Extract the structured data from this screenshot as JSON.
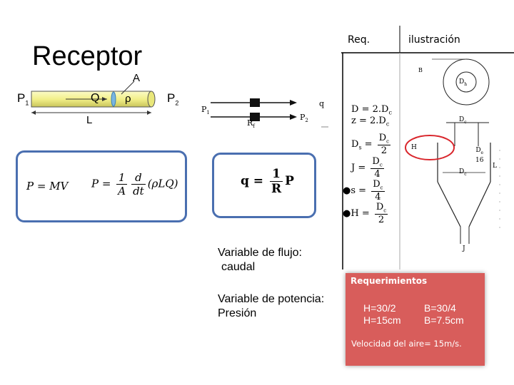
{
  "slide": {
    "title": "Receptor",
    "table_headers": {
      "req": "Req.",
      "illustration": "ilustración"
    },
    "pipe": {
      "p1": "P",
      "p1_sub": "1",
      "p2": "P",
      "p2_sub": "2",
      "q": "Q",
      "rho": "ρ",
      "a": "A",
      "l": "L"
    },
    "resistor": {
      "p1": "P",
      "p1_sub": "1",
      "p2": "P",
      "p2_sub": "2",
      "q": "q",
      "rf": "R",
      "rf_sub": "f"
    },
    "eq_left": {
      "p_mv": "P = MV",
      "p_lhs": "P =",
      "one": "1",
      "a": "A",
      "d": "d",
      "dt": "dt",
      "rhs": "(ρLQ)"
    },
    "eq_right": {
      "q_lhs": "q =",
      "one": "1",
      "r": "R",
      "p": "P"
    },
    "formulas": [
      {
        "lhs": "D",
        "rhs": "= 2.D",
        "sub": "c"
      },
      {
        "lhs": "z",
        "rhs": "= 2.D",
        "sub": "c"
      },
      {
        "lhs": "D",
        "sub_l": "s",
        "num": "D",
        "num_sub": "c",
        "den": "2"
      },
      {
        "lhs": "J",
        "num": "D",
        "num_sub": "c",
        "den": "4"
      },
      {
        "lhs": "●s",
        "num": "D",
        "num_sub": "c",
        "den": "4"
      },
      {
        "lhs": "●H",
        "num": "D",
        "num_sub": "c",
        "den": "2"
      }
    ],
    "diagram_labels": {
      "b": "B",
      "dh": "D",
      "dh_sub": "h",
      "dc": "D",
      "dc_sub": "c",
      "h": "H",
      "ratio": "D",
      "ratio_sub": "e",
      "ratio_num": "16",
      "l": "L",
      "j": "J"
    },
    "variables": {
      "flow_line1": "Variable de flujo:",
      "flow_line2": "caudal",
      "power_line1": "Variable de potencia:",
      "power_line2": "Presión"
    },
    "requirements": {
      "header": "Requerimientos",
      "h_ratio": "H=30/2",
      "b_ratio": "B=30/4",
      "h_value": "H=15cm",
      "b_value": "B=7.5cm",
      "air_speed": "Velocidad del aire= 15m/s."
    },
    "colors": {
      "box_border": "#4a6fb0",
      "req_panel": "#d85d5b",
      "highlight": "#d9262c",
      "pipe": "#f2f08a"
    }
  }
}
